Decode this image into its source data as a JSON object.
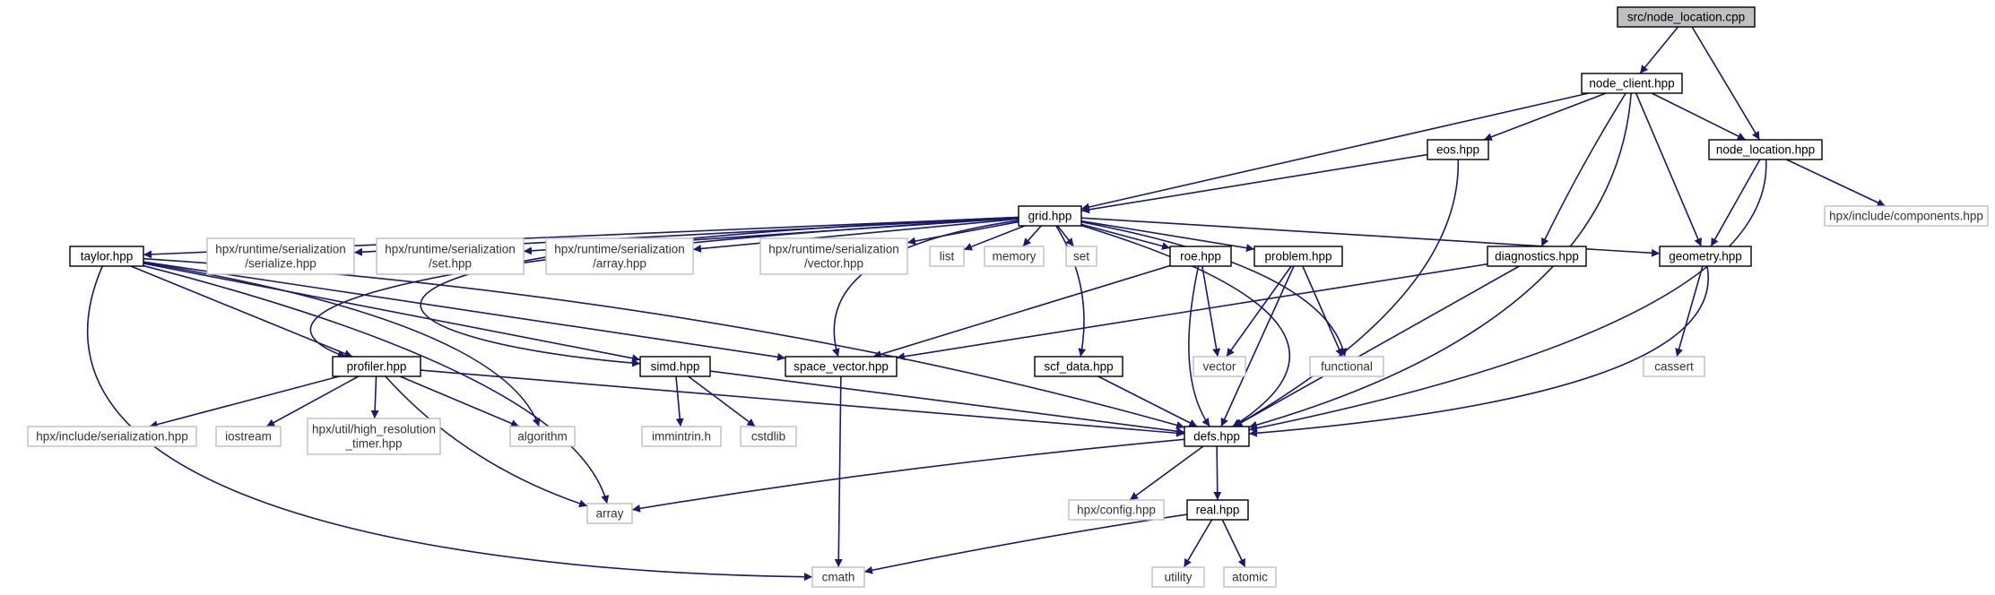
{
  "diagram": {
    "colors": {
      "edge": "#191970",
      "root_fill": "#bfbfbf",
      "node_border": "#000000",
      "external_border": "#bfbfbf",
      "background": "#ffffff"
    },
    "nodes": [
      {
        "id": "src_node_location_cpp",
        "label": [
          "src/node_location.cpp"
        ],
        "kind": "root"
      },
      {
        "id": "node_client_hpp",
        "label": [
          "node_client.hpp"
        ],
        "kind": "local"
      },
      {
        "id": "eos_hpp",
        "label": [
          "eos.hpp"
        ],
        "kind": "local"
      },
      {
        "id": "node_location_hpp",
        "label": [
          "node_location.hpp"
        ],
        "kind": "local"
      },
      {
        "id": "hpx_include_components_hpp",
        "label": [
          "hpx/include/components.hpp"
        ],
        "kind": "external"
      },
      {
        "id": "grid_hpp",
        "label": [
          "grid.hpp"
        ],
        "kind": "local"
      },
      {
        "id": "taylor_hpp",
        "label": [
          "taylor.hpp"
        ],
        "kind": "local"
      },
      {
        "id": "serialize_hpp",
        "label": [
          "hpx/runtime/serialization",
          "/serialize.hpp"
        ],
        "kind": "external"
      },
      {
        "id": "set_hpp",
        "label": [
          "hpx/runtime/serialization",
          "/set.hpp"
        ],
        "kind": "external"
      },
      {
        "id": "array_hpp",
        "label": [
          "hpx/runtime/serialization",
          "/array.hpp"
        ],
        "kind": "external"
      },
      {
        "id": "vector_hpp",
        "label": [
          "hpx/runtime/serialization",
          "/vector.hpp"
        ],
        "kind": "external"
      },
      {
        "id": "list",
        "label": [
          "list"
        ],
        "kind": "external"
      },
      {
        "id": "memory",
        "label": [
          "memory"
        ],
        "kind": "external"
      },
      {
        "id": "set",
        "label": [
          "set"
        ],
        "kind": "external"
      },
      {
        "id": "roe_hpp",
        "label": [
          "roe.hpp"
        ],
        "kind": "local"
      },
      {
        "id": "problem_hpp",
        "label": [
          "problem.hpp"
        ],
        "kind": "local"
      },
      {
        "id": "diagnostics_hpp",
        "label": [
          "diagnostics.hpp"
        ],
        "kind": "local"
      },
      {
        "id": "geometry_hpp",
        "label": [
          "geometry.hpp"
        ],
        "kind": "local"
      },
      {
        "id": "profiler_hpp",
        "label": [
          "profiler.hpp"
        ],
        "kind": "local"
      },
      {
        "id": "simd_hpp",
        "label": [
          "simd.hpp"
        ],
        "kind": "local"
      },
      {
        "id": "space_vector_hpp",
        "label": [
          "space_vector.hpp"
        ],
        "kind": "local"
      },
      {
        "id": "scf_data_hpp",
        "label": [
          "scf_data.hpp"
        ],
        "kind": "local"
      },
      {
        "id": "vector",
        "label": [
          "vector"
        ],
        "kind": "external"
      },
      {
        "id": "functional",
        "label": [
          "functional"
        ],
        "kind": "external"
      },
      {
        "id": "cassert",
        "label": [
          "cassert"
        ],
        "kind": "external"
      },
      {
        "id": "hpx_include_serialization_hpp",
        "label": [
          "hpx/include/serialization.hpp"
        ],
        "kind": "external"
      },
      {
        "id": "iostream",
        "label": [
          "iostream"
        ],
        "kind": "external"
      },
      {
        "id": "high_resolution_timer_hpp",
        "label": [
          "hpx/util/high_resolution",
          "_timer.hpp"
        ],
        "kind": "external"
      },
      {
        "id": "algorithm",
        "label": [
          "algorithm"
        ],
        "kind": "external"
      },
      {
        "id": "immintrin_h",
        "label": [
          "immintrin.h"
        ],
        "kind": "external"
      },
      {
        "id": "cstdlib",
        "label": [
          "cstdlib"
        ],
        "kind": "external"
      },
      {
        "id": "defs_hpp",
        "label": [
          "defs.hpp"
        ],
        "kind": "local"
      },
      {
        "id": "array",
        "label": [
          "array"
        ],
        "kind": "external"
      },
      {
        "id": "hpx_config_hpp",
        "label": [
          "hpx/config.hpp"
        ],
        "kind": "external"
      },
      {
        "id": "real_hpp",
        "label": [
          "real.hpp"
        ],
        "kind": "local"
      },
      {
        "id": "cmath",
        "label": [
          "cmath"
        ],
        "kind": "external"
      },
      {
        "id": "utility",
        "label": [
          "utility"
        ],
        "kind": "external"
      },
      {
        "id": "atomic",
        "label": [
          "atomic"
        ],
        "kind": "external"
      }
    ],
    "edges": [
      {
        "from": "src_node_location_cpp",
        "to": "node_client_hpp"
      },
      {
        "from": "src_node_location_cpp",
        "to": "node_location_hpp"
      },
      {
        "from": "node_client_hpp",
        "to": "eos_hpp"
      },
      {
        "from": "node_client_hpp",
        "to": "node_location_hpp"
      },
      {
        "from": "node_client_hpp",
        "to": "grid_hpp"
      },
      {
        "from": "node_client_hpp",
        "to": "diagnostics_hpp"
      },
      {
        "from": "node_client_hpp",
        "to": "geometry_hpp"
      },
      {
        "from": "node_client_hpp",
        "to": "defs_hpp"
      },
      {
        "from": "eos_hpp",
        "to": "grid_hpp"
      },
      {
        "from": "eos_hpp",
        "to": "defs_hpp"
      },
      {
        "from": "node_location_hpp",
        "to": "hpx_include_components_hpp"
      },
      {
        "from": "node_location_hpp",
        "to": "geometry_hpp"
      },
      {
        "from": "node_location_hpp",
        "to": "defs_hpp"
      },
      {
        "from": "grid_hpp",
        "to": "taylor_hpp"
      },
      {
        "from": "grid_hpp",
        "to": "serialize_hpp"
      },
      {
        "from": "grid_hpp",
        "to": "set_hpp"
      },
      {
        "from": "grid_hpp",
        "to": "array_hpp"
      },
      {
        "from": "grid_hpp",
        "to": "vector_hpp"
      },
      {
        "from": "grid_hpp",
        "to": "list"
      },
      {
        "from": "grid_hpp",
        "to": "memory"
      },
      {
        "from": "grid_hpp",
        "to": "set"
      },
      {
        "from": "grid_hpp",
        "to": "roe_hpp"
      },
      {
        "from": "grid_hpp",
        "to": "problem_hpp"
      },
      {
        "from": "grid_hpp",
        "to": "geometry_hpp"
      },
      {
        "from": "grid_hpp",
        "to": "space_vector_hpp"
      },
      {
        "from": "grid_hpp",
        "to": "scf_data_hpp"
      },
      {
        "from": "grid_hpp",
        "to": "functional"
      },
      {
        "from": "grid_hpp",
        "to": "defs_hpp"
      },
      {
        "from": "grid_hpp",
        "to": "simd_hpp"
      },
      {
        "from": "grid_hpp",
        "to": "profiler_hpp"
      },
      {
        "from": "taylor_hpp",
        "to": "profiler_hpp"
      },
      {
        "from": "taylor_hpp",
        "to": "simd_hpp"
      },
      {
        "from": "taylor_hpp",
        "to": "space_vector_hpp"
      },
      {
        "from": "taylor_hpp",
        "to": "algorithm"
      },
      {
        "from": "taylor_hpp",
        "to": "array"
      },
      {
        "from": "taylor_hpp",
        "to": "defs_hpp"
      },
      {
        "from": "taylor_hpp",
        "to": "cmath"
      },
      {
        "from": "roe_hpp",
        "to": "space_vector_hpp"
      },
      {
        "from": "roe_hpp",
        "to": "vector"
      },
      {
        "from": "roe_hpp",
        "to": "defs_hpp"
      },
      {
        "from": "problem_hpp",
        "to": "vector"
      },
      {
        "from": "problem_hpp",
        "to": "functional"
      },
      {
        "from": "problem_hpp",
        "to": "defs_hpp"
      },
      {
        "from": "diagnostics_hpp",
        "to": "space_vector_hpp"
      },
      {
        "from": "diagnostics_hpp",
        "to": "defs_hpp"
      },
      {
        "from": "geometry_hpp",
        "to": "cassert"
      },
      {
        "from": "geometry_hpp",
        "to": "defs_hpp"
      },
      {
        "from": "profiler_hpp",
        "to": "hpx_include_serialization_hpp"
      },
      {
        "from": "profiler_hpp",
        "to": "iostream"
      },
      {
        "from": "profiler_hpp",
        "to": "high_resolution_timer_hpp"
      },
      {
        "from": "profiler_hpp",
        "to": "algorithm"
      },
      {
        "from": "profiler_hpp",
        "to": "array"
      },
      {
        "from": "profiler_hpp",
        "to": "defs_hpp"
      },
      {
        "from": "simd_hpp",
        "to": "immintrin_h"
      },
      {
        "from": "simd_hpp",
        "to": "cstdlib"
      },
      {
        "from": "simd_hpp",
        "to": "defs_hpp"
      },
      {
        "from": "space_vector_hpp",
        "to": "cmath"
      },
      {
        "from": "scf_data_hpp",
        "to": "defs_hpp"
      },
      {
        "from": "defs_hpp",
        "to": "array"
      },
      {
        "from": "defs_hpp",
        "to": "hpx_config_hpp"
      },
      {
        "from": "defs_hpp",
        "to": "real_hpp"
      },
      {
        "from": "real_hpp",
        "to": "cmath"
      },
      {
        "from": "real_hpp",
        "to": "utility"
      },
      {
        "from": "real_hpp",
        "to": "atomic"
      }
    ]
  }
}
